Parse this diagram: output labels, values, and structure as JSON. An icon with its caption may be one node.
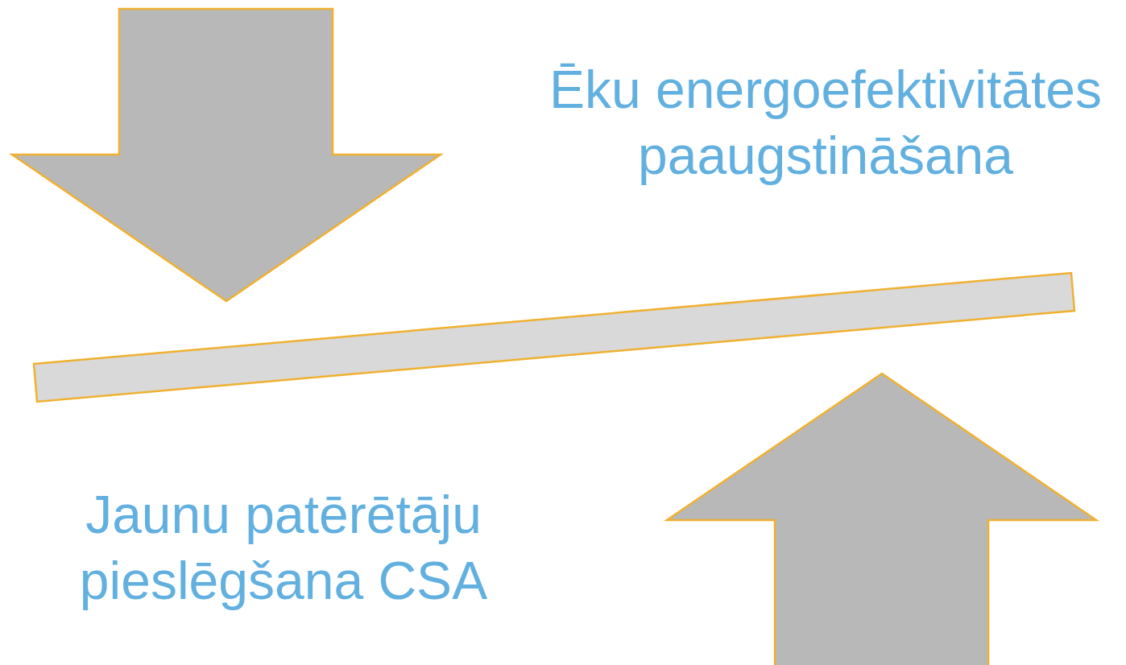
{
  "diagram": {
    "nodes": [
      {
        "text": [],
        "shape": "bar"
      }
    ],
    "labels": [
      "Ēku energoefektivitātes paaugstināšana",
      "Jaunu patērētāju pieslēgšana CSA"
    ]
  }
}
